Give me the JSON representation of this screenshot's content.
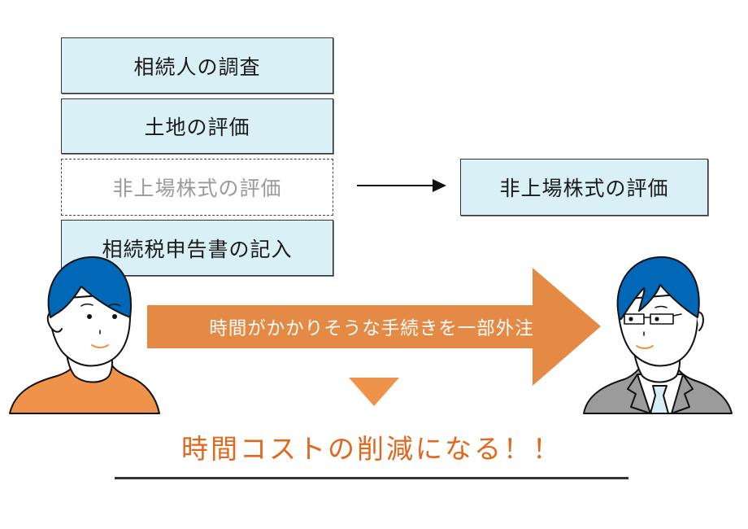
{
  "tasks": [
    {
      "label": "相続人の調査",
      "state": "in-house"
    },
    {
      "label": "土地の評価",
      "state": "in-house"
    },
    {
      "label": "非上場株式の評価",
      "state": "outsourced"
    },
    {
      "label": "相続税申告書の記入",
      "state": "in-house"
    }
  ],
  "outsourced_task": {
    "label": "非上場株式の評価"
  },
  "big_arrow": {
    "label": "時間がかかりそうな手続きを一部外注"
  },
  "result": {
    "label": "時間コストの削減になる！！"
  },
  "colors": {
    "box_fill": "#daf0f7",
    "arrow_orange": "#e58a45",
    "triangle_orange": "#f0934a",
    "result_text": "#e2661c",
    "hair_blue": "#0068b7",
    "shirt_orange": "#f0934a",
    "suit_gray": "#9b9b9b",
    "tie_blue": "#d8eef5"
  },
  "figures": [
    {
      "name": "client-person",
      "role": "client"
    },
    {
      "name": "tax-accountant-person",
      "role": "professional"
    }
  ]
}
